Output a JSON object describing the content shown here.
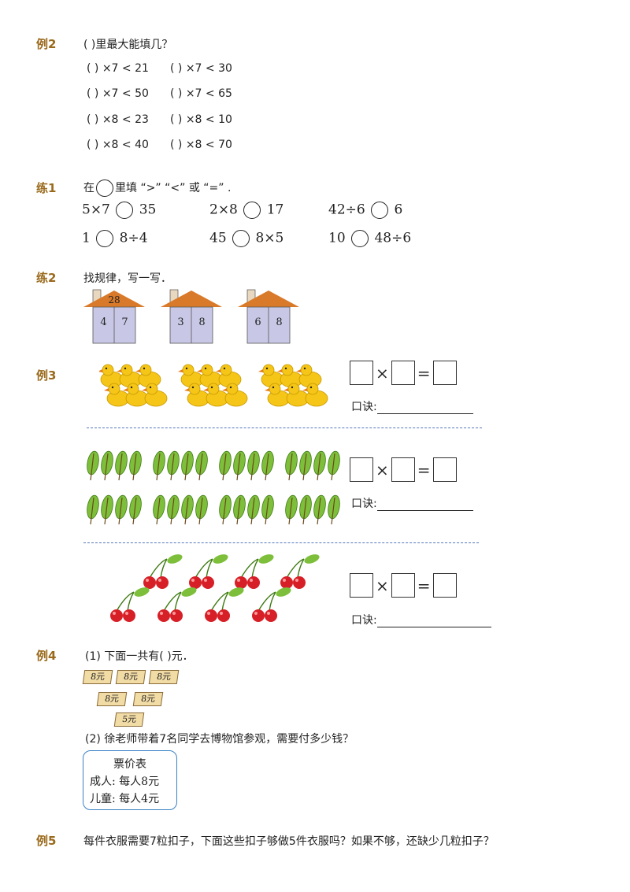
{
  "colors": {
    "label": "#9a6a1c",
    "roof": "#d97a2a",
    "wall": "#c8c8e6",
    "duck": "#f5c518",
    "leaf": "#7dbf3a",
    "cherry": "#d61f26"
  },
  "ex2": {
    "label": "例2",
    "question": "(      )里最大能填几？",
    "rows": [
      [
        "(      ) ×7 < 21",
        "(      ) ×7 < 30"
      ],
      [
        "(      ) ×7 < 50",
        "(      ) ×7 < 65"
      ],
      [
        "(      ) ×8 < 23",
        "(      ) ×8 < 10"
      ],
      [
        "(      ) ×8 < 40",
        "(      ) ×8 < 70"
      ]
    ]
  },
  "lian1": {
    "label": "练1",
    "instr_pre": "在",
    "instr_post": "里填 “>” “<” 或 “=” .",
    "items": [
      {
        "left": "5×7",
        "right": "35"
      },
      {
        "left": "2×8",
        "right": "17"
      },
      {
        "left": "42÷6",
        "right": "6"
      },
      {
        "left": "1",
        "right": "8÷4"
      },
      {
        "left": "45",
        "right": "8×5"
      },
      {
        "left": "10",
        "right": "48÷6"
      }
    ]
  },
  "lian2": {
    "label": "练2",
    "instr": "找规律，写一写．",
    "houses": [
      {
        "roof": "28",
        "left": "4",
        "right": "7"
      },
      {
        "roof": "",
        "left": "3",
        "right": "8"
      },
      {
        "roof": "",
        "left": "6",
        "right": "8"
      }
    ]
  },
  "ex3": {
    "label": "例3",
    "times": "×",
    "equals": "=",
    "koujue": "口诀:",
    "ducks_groups": 3,
    "ducks_per_group": 6,
    "leaf_groups": 8,
    "leaves_per_group": 4,
    "cherry_pairs": 8
  },
  "ex4": {
    "label": "例4",
    "q1": "(1) 下面一共有(      )元．",
    "notes": [
      "8元",
      "8元",
      "8元",
      "8元",
      "8元",
      "5元"
    ],
    "q2": "(2) 徐老师带着7名同学去博物馆参观，需要付多少钱？",
    "ticket_title": "票价表",
    "ticket_adult": "成人: 每人8元",
    "ticket_child": "儿童: 每人4元"
  },
  "ex5": {
    "label": "例5",
    "text": "每件衣服需要7粒扣子，下面这些扣子够做5件衣服吗？如果不够，还缺少几粒扣子？"
  }
}
